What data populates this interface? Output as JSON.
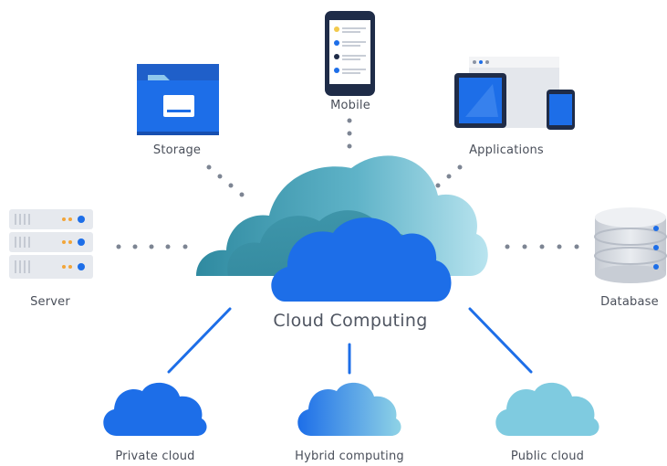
{
  "center": {
    "title": "Cloud Computing"
  },
  "nodes": {
    "storage": "Storage",
    "mobile": "Mobile",
    "applications": "Applications",
    "server": "Server",
    "database": "Database"
  },
  "cloud_types": {
    "private": "Private cloud",
    "hybrid": "Hybrid computing",
    "public": "Public cloud"
  },
  "colors": {
    "primary_blue": "#1d6ee8",
    "teal": "#7fcbe0",
    "dark_navy": "#1f2c48",
    "gray_icon": "#d9dde3",
    "label_gray": "#4a4f5a"
  },
  "icons": [
    "storage-icon",
    "mobile-icon",
    "applications-icon",
    "server-icon",
    "database-icon",
    "central-cloud-icon",
    "private-cloud-icon",
    "hybrid-cloud-icon",
    "public-cloud-icon"
  ]
}
